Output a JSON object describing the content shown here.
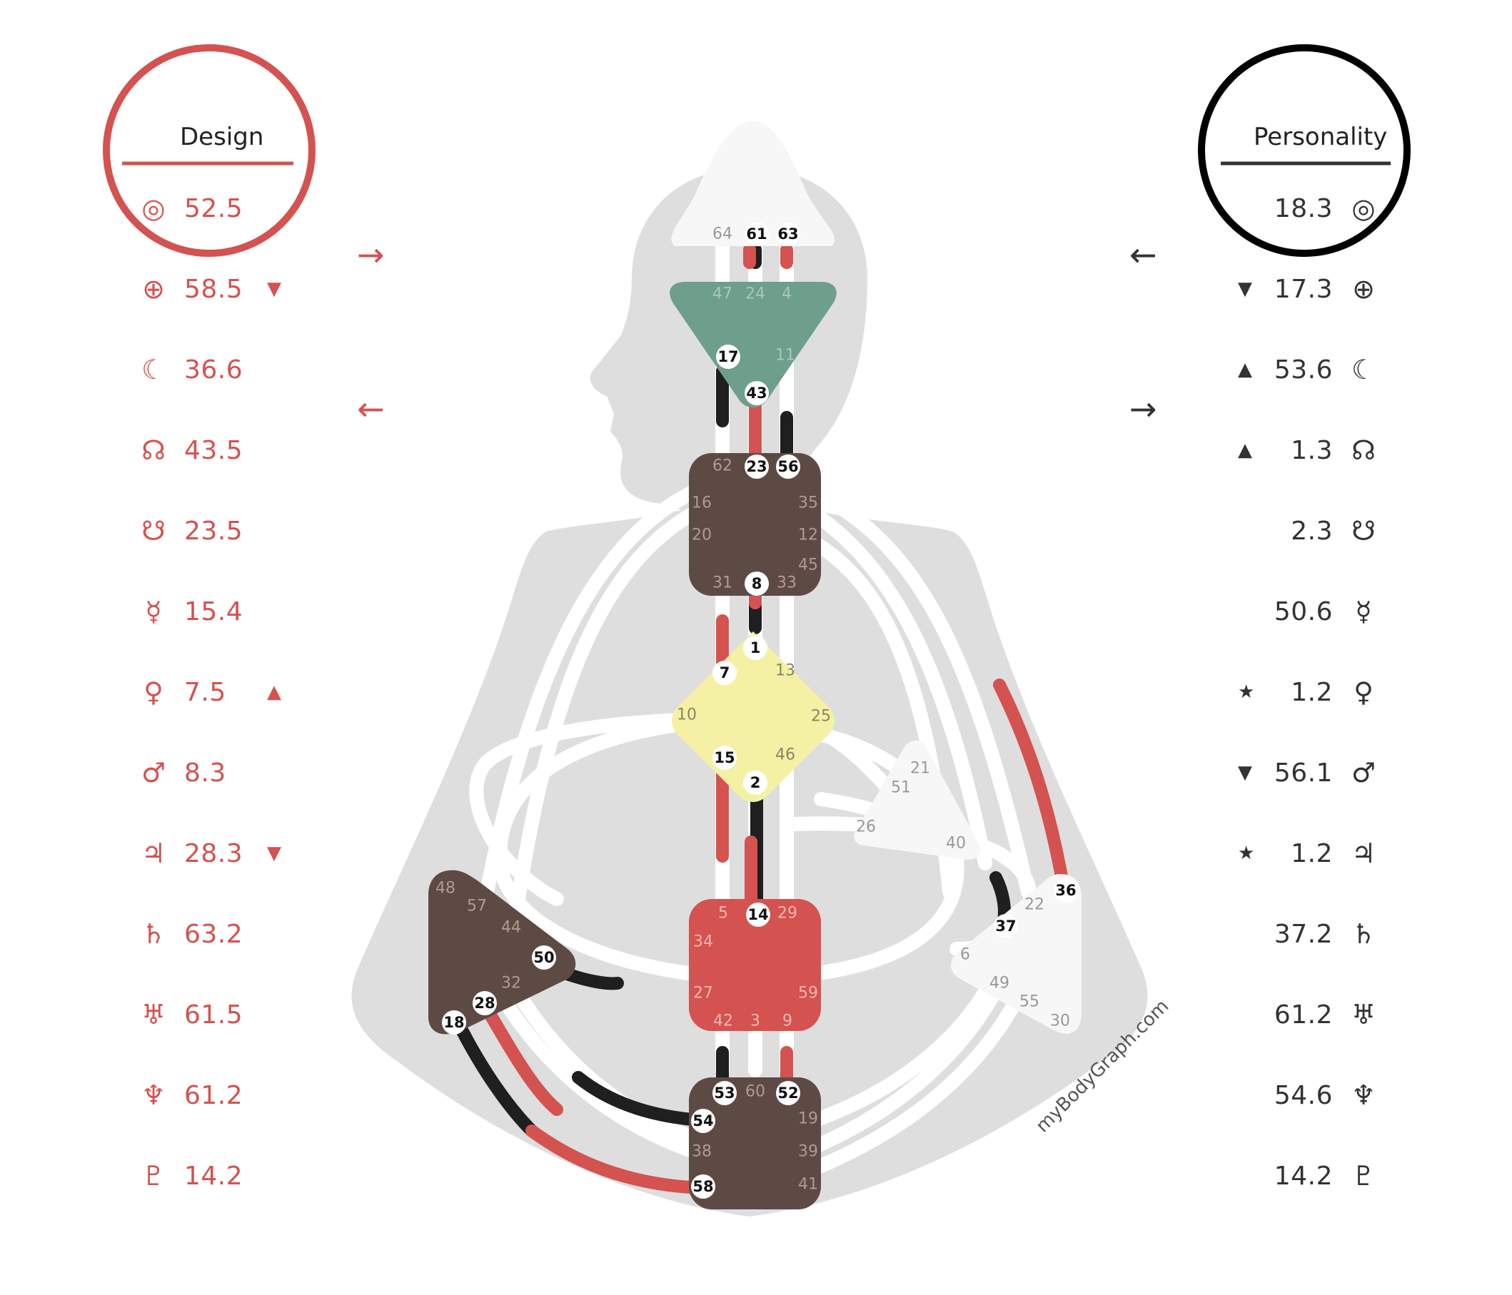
{
  "design": {
    "title": "Design",
    "color": "#d4524f",
    "rows": [
      {
        "icon": "sun-icon",
        "symbol": "◎",
        "value": "52.5",
        "mark": ""
      },
      {
        "icon": "earth-icon",
        "symbol": "⊕",
        "value": "58.5",
        "mark": "▼"
      },
      {
        "icon": "moon-icon",
        "symbol": "☾",
        "value": "36.6",
        "mark": ""
      },
      {
        "icon": "north-node-icon",
        "symbol": "☊",
        "value": "43.5",
        "mark": ""
      },
      {
        "icon": "south-node-icon",
        "symbol": "☋",
        "value": "23.5",
        "mark": ""
      },
      {
        "icon": "mercury-icon",
        "symbol": "☿",
        "value": "15.4",
        "mark": ""
      },
      {
        "icon": "venus-icon",
        "symbol": "♀",
        "value": "7.5",
        "mark": "▲"
      },
      {
        "icon": "mars-icon",
        "symbol": "♂",
        "value": "8.3",
        "mark": ""
      },
      {
        "icon": "jupiter-icon",
        "symbol": "♃",
        "value": "28.3",
        "mark": "▼"
      },
      {
        "icon": "saturn-icon",
        "symbol": "♄",
        "value": "63.2",
        "mark": ""
      },
      {
        "icon": "uranus-icon",
        "symbol": "♅",
        "value": "61.5",
        "mark": ""
      },
      {
        "icon": "neptune-icon",
        "symbol": "♆",
        "value": "61.2",
        "mark": ""
      },
      {
        "icon": "pluto-icon",
        "symbol": "♇",
        "value": "14.2",
        "mark": ""
      }
    ]
  },
  "personality": {
    "title": "Personality",
    "color": "#333333",
    "rows": [
      {
        "icon": "sun-icon",
        "symbol": "◎",
        "value": "18.3",
        "mark": ""
      },
      {
        "icon": "earth-icon",
        "symbol": "⊕",
        "value": "17.3",
        "mark": "▼"
      },
      {
        "icon": "moon-icon",
        "symbol": "☾",
        "value": "53.6",
        "mark": "▲"
      },
      {
        "icon": "north-node-icon",
        "symbol": "☊",
        "value": "1.3",
        "mark": "▲"
      },
      {
        "icon": "south-node-icon",
        "symbol": "☋",
        "value": "2.3",
        "mark": ""
      },
      {
        "icon": "mercury-icon",
        "symbol": "☿",
        "value": "50.6",
        "mark": ""
      },
      {
        "icon": "venus-icon",
        "symbol": "♀",
        "value": "1.2",
        "mark": "★"
      },
      {
        "icon": "mars-icon",
        "symbol": "♂",
        "value": "56.1",
        "mark": "▼"
      },
      {
        "icon": "jupiter-icon",
        "symbol": "♃",
        "value": "1.2",
        "mark": "★"
      },
      {
        "icon": "saturn-icon",
        "symbol": "♄",
        "value": "37.2",
        "mark": ""
      },
      {
        "icon": "uranus-icon",
        "symbol": "♅",
        "value": "61.2",
        "mark": ""
      },
      {
        "icon": "neptune-icon",
        "symbol": "♆",
        "value": "54.6",
        "mark": ""
      },
      {
        "icon": "pluto-icon",
        "symbol": "♇",
        "value": "14.2",
        "mark": ""
      }
    ]
  },
  "arrows": {
    "design_top": "→",
    "design_bottom": "←",
    "personality_top": "←",
    "personality_bottom": "→"
  },
  "watermark": "myBodyGraph.com",
  "colors": {
    "design": "#d4524f",
    "personality": "#1f1f1f",
    "body": "#dedede",
    "channel": "#ffffff",
    "head": "#f7f7f7",
    "ajna": "#6e9e8c",
    "g_center": "#f5f1a4",
    "sacral": "#d4524f",
    "brown": "#5e4a45",
    "white_center": "#f7f7f7"
  },
  "gates": {
    "head": {
      "g64": "64",
      "g61": "61",
      "g63": "63"
    },
    "ajna": {
      "g47": "47",
      "g24": "24",
      "g4": "4",
      "g17": "17",
      "g11": "11",
      "g43": "43"
    },
    "throat": {
      "g62": "62",
      "g23": "23",
      "g56": "56",
      "g16": "16",
      "g35": "35",
      "g20": "20",
      "g12": "12",
      "g45": "45",
      "g31": "31",
      "g8": "8",
      "g33": "33"
    },
    "g_center": {
      "g1": "1",
      "g7": "7",
      "g13": "13",
      "g10": "10",
      "g25": "25",
      "g15": "15",
      "g46": "46",
      "g2": "2"
    },
    "heart": {
      "g21": "21",
      "g51": "51",
      "g26": "26",
      "g40": "40"
    },
    "sacral": {
      "g5": "5",
      "g14": "14",
      "g29": "29",
      "g34": "34",
      "g27": "27",
      "g59": "59",
      "g42": "42",
      "g3": "3",
      "g9": "9"
    },
    "spleen": {
      "g48": "48",
      "g57": "57",
      "g44": "44",
      "g50": "50",
      "g32": "32",
      "g28": "28",
      "g18": "18"
    },
    "solar_plexus": {
      "g36": "36",
      "g22": "22",
      "g37": "37",
      "g6": "6",
      "g49": "49",
      "g55": "55",
      "g30": "30"
    },
    "root": {
      "g53": "53",
      "g60": "60",
      "g52": "52",
      "g54": "54",
      "g19": "19",
      "g38": "38",
      "g39": "39",
      "g58": "58",
      "g41": "41"
    }
  }
}
